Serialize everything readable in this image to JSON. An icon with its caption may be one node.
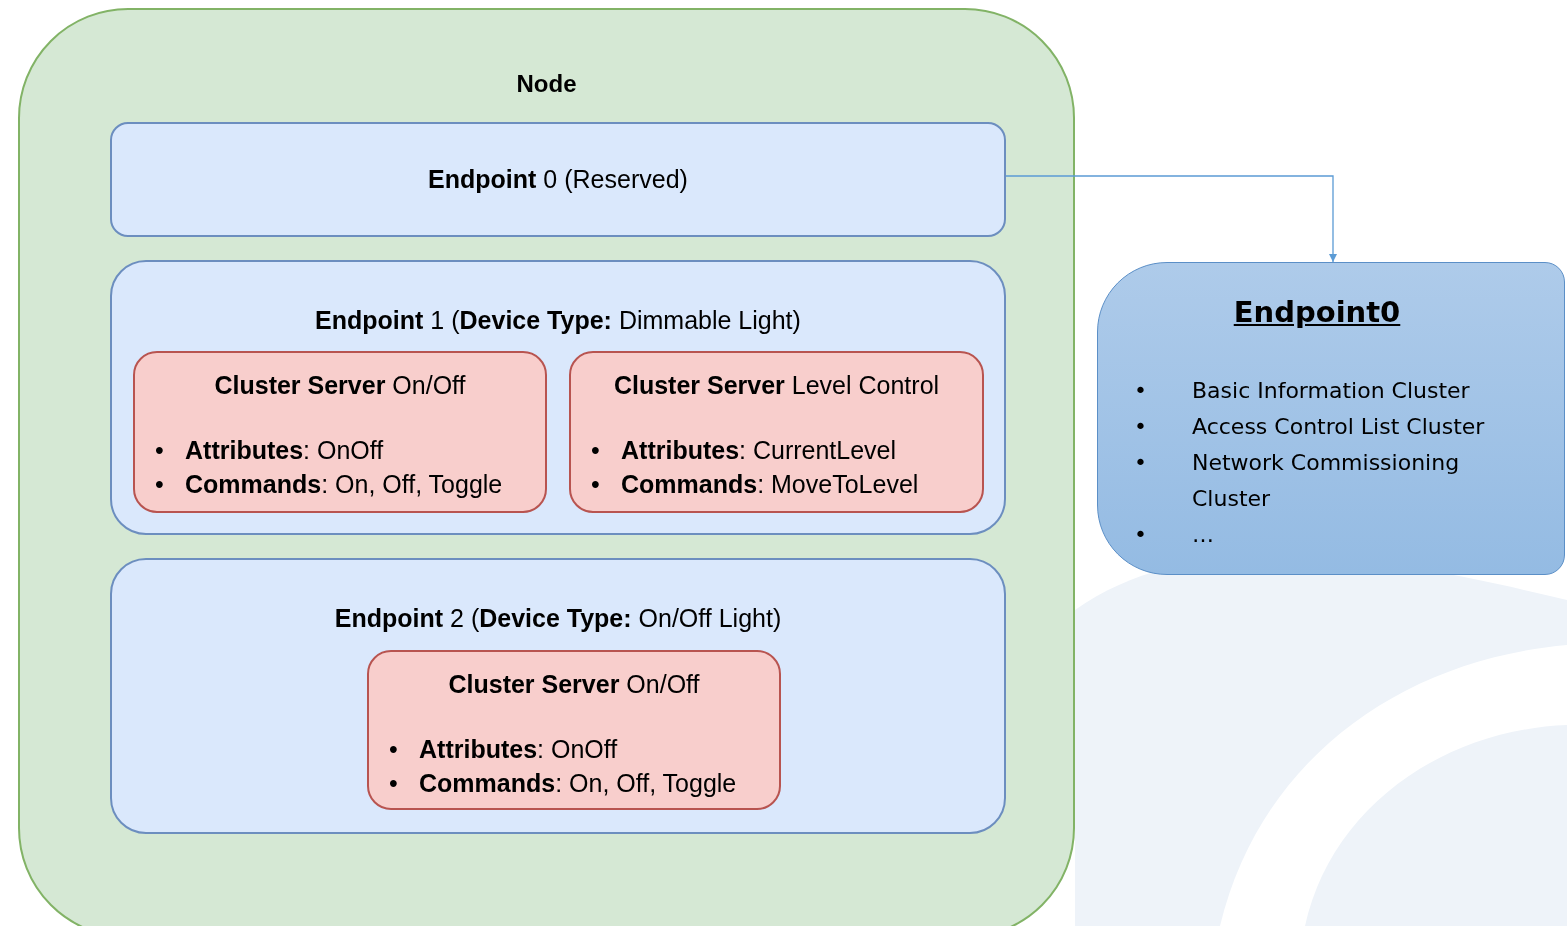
{
  "diagram": {
    "nodes": [
      {
        "text": [
          "Node"
        ]
      },
      {
        "text": [
          "**Endpoint** 0 (Reserved)"
        ],
        "in": 0
      },
      {
        "text": [
          "**Endpoint** 1 (**Device Type:** Dimmable Light)"
        ],
        "in": 0
      },
      {
        "text": [
          "**Cluster Server** On/Off",
          "• **Attributes**: OnOff",
          "• **Commands**: On, Off, Toggle"
        ],
        "in": 2
      },
      {
        "text": [
          "**Cluster Server** Level Control",
          "• **Attributes**: CurrentLevel",
          "• **Commands**: MoveToLevel"
        ],
        "in": 2
      },
      {
        "text": [
          "**Endpoint** 2 (**Device Type:** On/Off Light)"
        ],
        "in": 0
      },
      {
        "text": [
          "**Cluster Server** On/Off",
          "• **Attributes**: OnOff",
          "• **Commands**: On, Off, Toggle"
        ],
        "in": 5
      },
      {
        "text": [
          "Endpoint0",
          "• Basic Information Cluster",
          "• Access Control List Cluster",
          "• Network Commissioning Cluster",
          "• …"
        ]
      }
    ],
    "edges": [
      {
        "from": 1,
        "to": 7,
        "arrow": "to",
        "color": "#5b9bd5"
      }
    ]
  }
}
